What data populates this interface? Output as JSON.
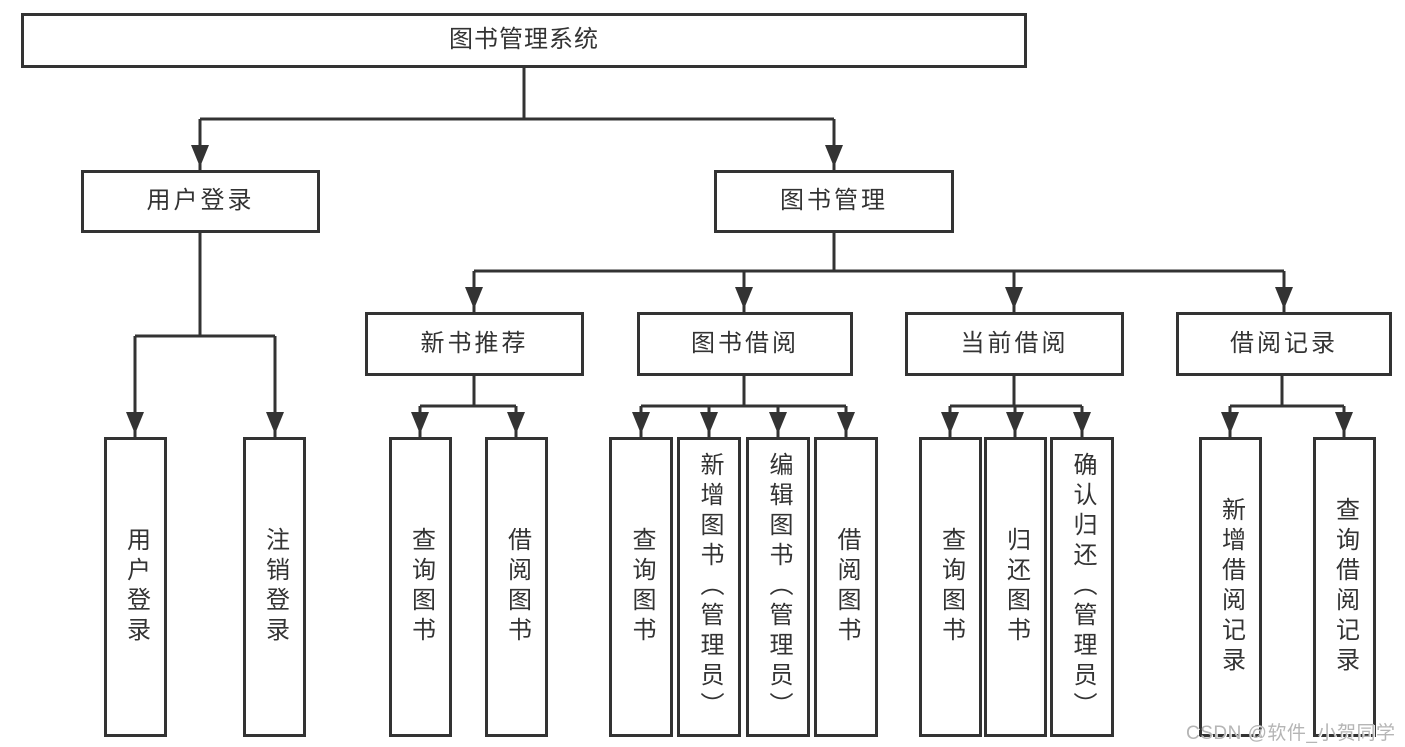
{
  "diagram": {
    "title": "图书管理系统",
    "colors": {
      "line": "#333333",
      "box_border": "#333333",
      "text": "#333333",
      "background": "#ffffff",
      "watermark": "#b5b5b5"
    },
    "nodes": {
      "root": {
        "label": "图书管理系统"
      },
      "user_login": {
        "label": "用户登录"
      },
      "book_management": {
        "label": "图书管理"
      },
      "new_book_recommend": {
        "label": "新书推荐"
      },
      "book_borrow": {
        "label": "图书借阅"
      },
      "current_borrow": {
        "label": "当前借阅"
      },
      "borrow_records": {
        "label": "借阅记录"
      },
      "leaf_user_login": {
        "label": "用户登录"
      },
      "leaf_logout": {
        "label": "注销登录"
      },
      "leaf_nb_search_book": {
        "label": "查询图书"
      },
      "leaf_nb_borrow_book": {
        "label": "借阅图书"
      },
      "leaf_bb_search_book": {
        "label": "查询图书"
      },
      "leaf_bb_add_book": {
        "label": "新增图书（管理员）"
      },
      "leaf_bb_edit_book": {
        "label": "编辑图书（管理员）"
      },
      "leaf_bb_borrow_book": {
        "label": "借阅图书"
      },
      "leaf_cb_search_book": {
        "label": "查询图书"
      },
      "leaf_cb_return_book": {
        "label": "归还图书"
      },
      "leaf_cb_confirm_return": {
        "label": "确认归还（管理员）"
      },
      "leaf_br_add_record": {
        "label": "新增借阅记录"
      },
      "leaf_br_search_record": {
        "label": "查询借阅记录"
      }
    },
    "watermark": {
      "text": "CSDN @软件_小贺同学"
    }
  }
}
